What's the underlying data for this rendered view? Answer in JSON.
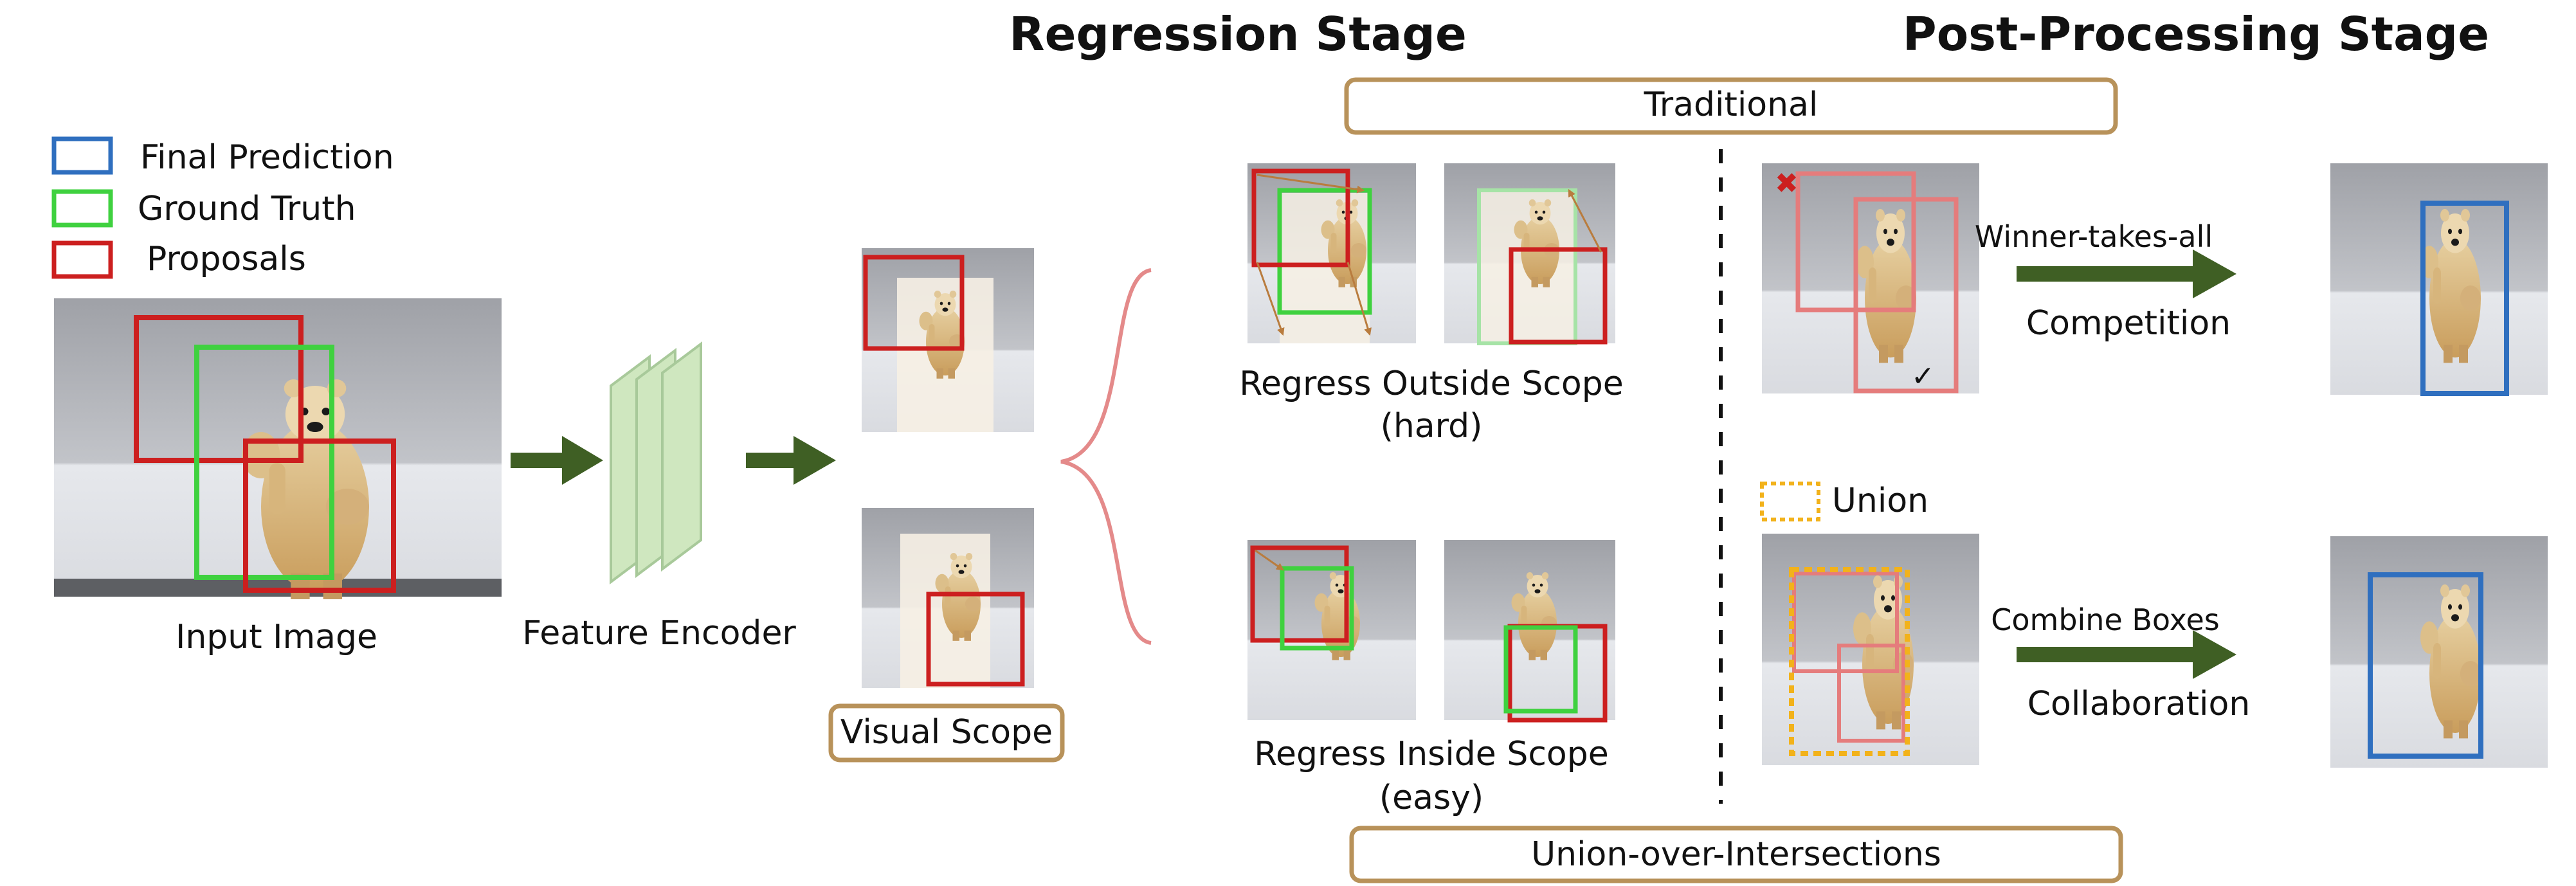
{
  "stage_titles": {
    "regression": "Regression Stage",
    "post_processing": "Post-Processing Stage"
  },
  "legend": [
    {
      "label": "Final Prediction",
      "color": "#2f6fbf"
    },
    {
      "label": "Ground Truth",
      "color": "#3fd13f"
    },
    {
      "label": "Proposals",
      "color": "#cc1f1f"
    }
  ],
  "captions": {
    "input_image": "Input Image",
    "feature_encoder": "Feature Encoder",
    "visual_scope": "Visual Scope",
    "outside_scope_line1": "Regress Outside Scope",
    "outside_scope_line2": "(hard)",
    "inside_scope_line1": "Regress Inside Scope",
    "inside_scope_line2": "(easy)"
  },
  "boxes": {
    "traditional": "Traditional",
    "union_over_intersections": "Union-over-Intersections"
  },
  "post_processing": {
    "top_arrow_label": "Winner-takes-all",
    "top_mode": "Competition",
    "bottom_arrow_label": "Combine Boxes",
    "bottom_mode": "Collaboration",
    "union_legend": "Union",
    "union_color": "#f2b21b"
  },
  "colors": {
    "arrow": "#3f5f24",
    "box_border": "#b8925a",
    "brace": "#e48a8a",
    "encoder": "#cfe7bf",
    "scope_bg": "#f6f0e4",
    "proposal_soft": "#e57c7c",
    "check_mark": "✓",
    "cross_mark": "✖"
  },
  "icons": [
    "bear-photo",
    "feature-encoder-icon",
    "right-arrow-icon",
    "brace-icon",
    "check-icon",
    "cross-icon"
  ]
}
